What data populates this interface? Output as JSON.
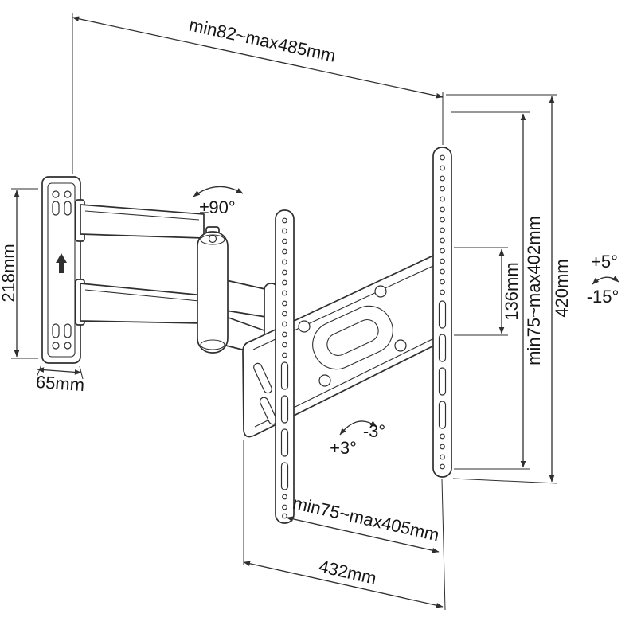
{
  "diagram": {
    "name": "tv-wall-mount-technical-drawing",
    "line_color": "#2f2f2f",
    "background": "#ffffff",
    "labels": {
      "arm_extension": "min82~max485mm",
      "swivel": "±90°",
      "wall_plate_height": "218mm",
      "wall_plate_width": "65mm",
      "hook_height": "136mm",
      "vesa_vertical": "min75~max402mm",
      "bracket_height": "420mm",
      "tilt_up": "+5°",
      "tilt_down": "-15°",
      "level_cw": "+3°",
      "level_ccw": "-3°",
      "vesa_horizontal": "min75~max405mm",
      "bracket_width": "432mm"
    }
  }
}
